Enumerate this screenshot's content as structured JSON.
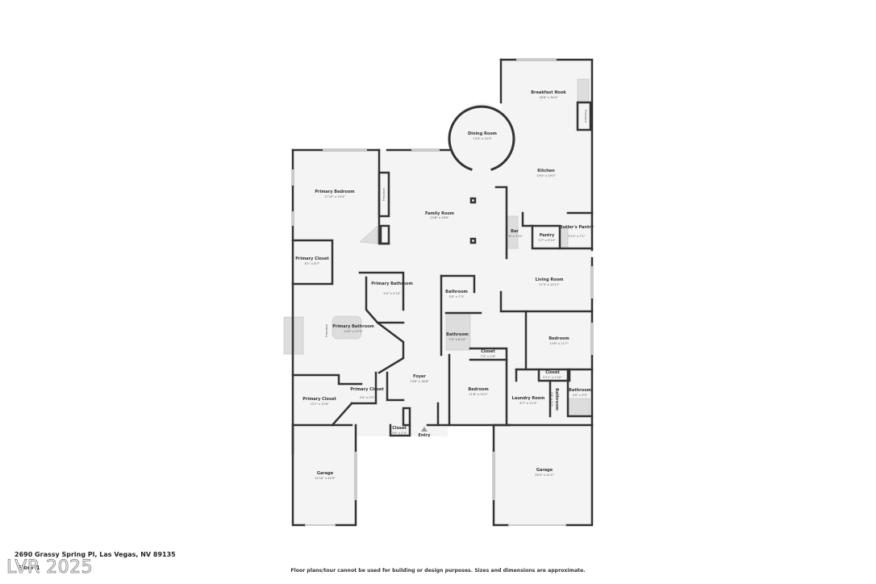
{
  "floorplan": {
    "address": "2690 Grassy Spring Pl, Las Vegas, NV 89135",
    "floor_name": "Floor 1",
    "watermark": "LVR 2025",
    "disclaimer": "Floor plans/tour cannot be used for building or design purposes. Sizes and dimensions are approximate.",
    "colors": {
      "wall": "#333333",
      "floor": "#f4f4f4",
      "fixture": "#dddddd",
      "window": "#cccccc",
      "background": "#ffffff"
    },
    "rooms": {
      "breakfast_nook": {
        "label": "Breakfast Nook",
        "dim": "18'8\" x 34'4\""
      },
      "dining_room": {
        "label": "Dining Room",
        "dim": "13'4\" x 13'3\""
      },
      "kitchen": {
        "label": "Kitchen",
        "dim": "19'4\" x 19'2\""
      },
      "primary_bedroom": {
        "label": "Primary Bedroom",
        "dim": "17'10\" x 19'4\""
      },
      "family_room": {
        "label": "Family Room",
        "dim": "24'8\" x 26'8\""
      },
      "bar": {
        "label": "Bar",
        "dim": "7'0\" x 7'11\""
      },
      "pantry": {
        "label": "Pantry",
        "dim": "5'7\" x 5'10\""
      },
      "butlers_pantry": {
        "label": "Butler's Pantry",
        "dim": "5'11\" x 7'1\""
      },
      "primary_closet_top": {
        "label": "Primary Closet",
        "dim": "8'1\" x 8'7\""
      },
      "primary_bathroom_small": {
        "label": "Primary Bathroom",
        "dim": "5'4\" x 5'10\""
      },
      "bathroom_1": {
        "label": "Bathroom",
        "dim": "5'0\" x 7'3\""
      },
      "living_room": {
        "label": "Living Room",
        "dim": "17'3\" x 12'11\""
      },
      "primary_bathroom_main": {
        "label": "Primary Bathroom",
        "dim": "24'9\" x 27'2\""
      },
      "bathroom_2": {
        "label": "Bathroom",
        "dim": "7'0\" x 8'10\""
      },
      "bedroom_right": {
        "label": "Bedroom",
        "dim": "12'6\" x 11'7\""
      },
      "closet_mid": {
        "label": "Closet",
        "dim": "7'4\" x 2'6\""
      },
      "closet_right": {
        "label": "Closet",
        "dim": "5'11\" x 1'10\""
      },
      "foyer": {
        "label": "Foyer",
        "dim": "13'6\" x 18'6\""
      },
      "bedroom_center": {
        "label": "Bedroom",
        "dim": "11'8\" x 14'2\""
      },
      "laundry_room": {
        "label": "Laundry Room",
        "dim": "8'7\" x 11'9\""
      },
      "bathroom_3": {
        "label": "Bathroom",
        "dim": "3'4\" x 5'3\""
      },
      "bathroom_4": {
        "label": "Bathroom",
        "dim": "4'9\" x 9'5\""
      },
      "primary_closet_bottom": {
        "label": "Primary Closet",
        "dim": "12'1\" x 10'6\""
      },
      "primary_closet_small": {
        "label": "Primary Closet",
        "dim": "3'4\" x 5'5\""
      },
      "closet_entry": {
        "label": "Closet",
        "dim": "3'9\" x 2'3\""
      },
      "entry": {
        "label": "Entry"
      },
      "garage_left": {
        "label": "Garage",
        "dim": "12'10\" x 22'9\""
      },
      "garage_right": {
        "label": "Garage",
        "dim": "20'3\" x 22'2\""
      }
    },
    "fixture_labels": {
      "fireplace": "Fireplace"
    }
  }
}
